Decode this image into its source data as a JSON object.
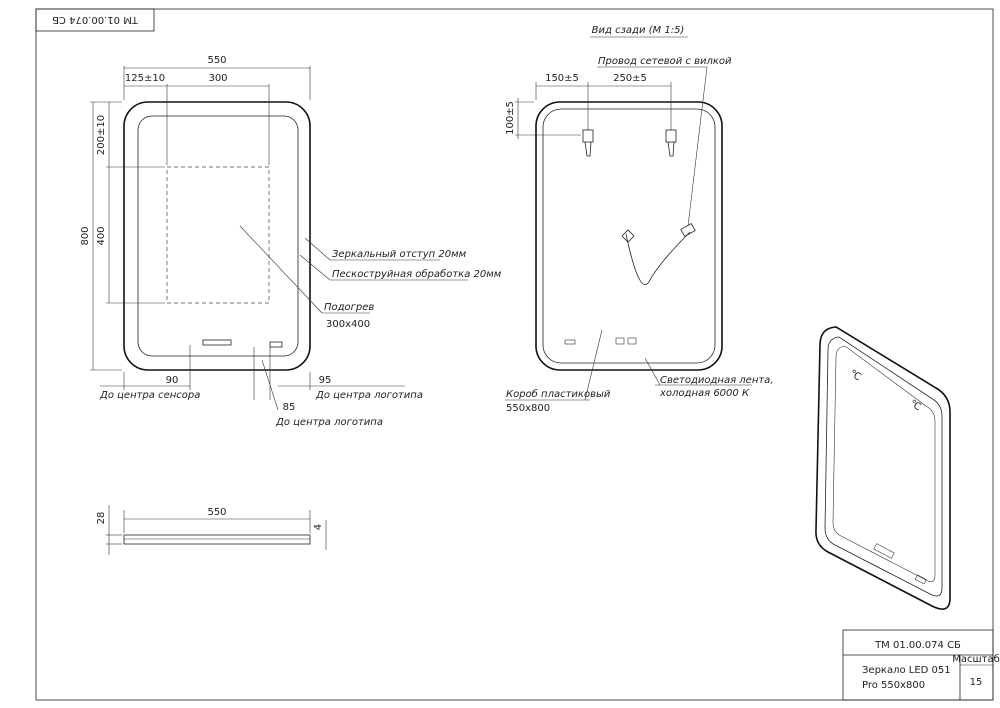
{
  "stamp_top": "ТМ 01.00.074 СБ",
  "front": {
    "dim_width": "550",
    "dim_left": "125±10",
    "dim_inner_width": "300",
    "dim_height": "800",
    "dim_top": "200±10",
    "dim_inner_height": "400",
    "dim_sensor": "90",
    "dim_logo_left": "85",
    "dim_logo_right": "95",
    "label_mirror_offset": "Зеркальный отступ 20мм",
    "label_sandblast": "Пескоструйная обработка 20мм",
    "label_heater": "Подогрев",
    "label_heater_size": "300x400",
    "label_sensor": "До центра сенсора",
    "label_logo_1": "До центра логотипа",
    "label_logo_2": "До центра логотипа"
  },
  "side": {
    "dim_width": "550",
    "dim_depth": "28",
    "dim_edge": "4"
  },
  "back": {
    "title": "Вид сзади (М 1:5)",
    "label_cable": "Провод сетевой с вилкой",
    "dim_left": "150±5",
    "dim_between": "250±5",
    "dim_top": "100±5",
    "label_box": "Короб пластиковый",
    "label_box_size": "550x800",
    "label_led": "Светодиодная лента,",
    "label_led_2": "холодная 6000 К"
  },
  "title_block": {
    "code": "ТМ 01.00.074 СБ",
    "name_1": "Зеркало LED 051",
    "name_2": "Pro 550x800",
    "mass_label": "Масштаб",
    "scale": "15"
  }
}
